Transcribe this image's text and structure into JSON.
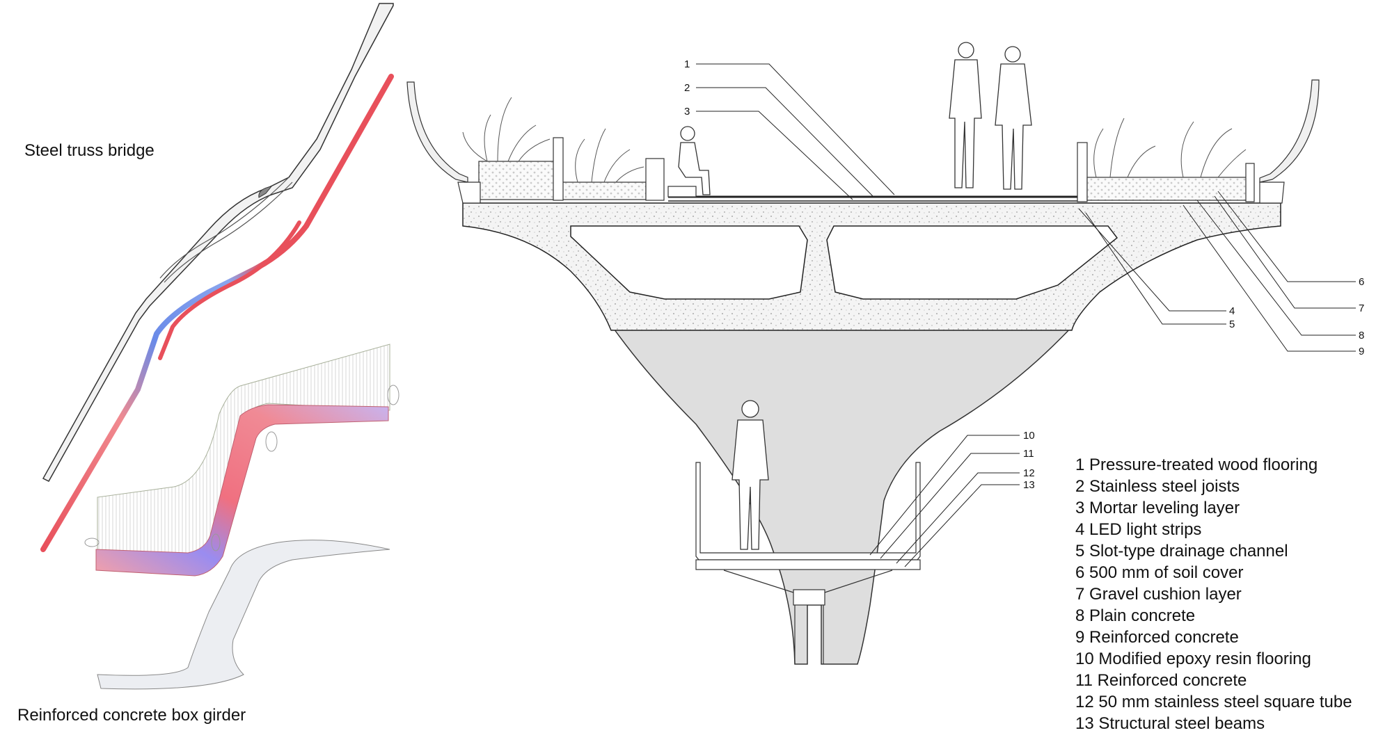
{
  "captions": {
    "steel": "Steel truss bridge",
    "concrete": "Reinforced concrete box girder"
  },
  "callouts": [
    "1",
    "2",
    "3",
    "4",
    "5",
    "6",
    "7",
    "8",
    "9",
    "10",
    "11",
    "12",
    "13"
  ],
  "legend": [
    {
      "num": "1",
      "text": "Pressure-treated wood flooring"
    },
    {
      "num": "2",
      "text": "Stainless steel joists"
    },
    {
      "num": "3",
      "text": "Mortar leveling layer"
    },
    {
      "num": "4",
      "text": "LED light strips"
    },
    {
      "num": "5",
      "text": "Slot-type drainage channel"
    },
    {
      "num": "6",
      "text": "500 mm of soil cover"
    },
    {
      "num": "7",
      "text": "Gravel cushion layer"
    },
    {
      "num": "8",
      "text": "Plain concrete"
    },
    {
      "num": "9",
      "text": "Reinforced concrete"
    },
    {
      "num": "10",
      "text": "Modified epoxy resin flooring"
    },
    {
      "num": "11",
      "text": "Reinforced concrete"
    },
    {
      "num": "12",
      "text": "50 mm stainless steel square tube"
    },
    {
      "num": "13",
      "text": "Structural steel beams"
    }
  ],
  "colors": {
    "line": "#222222",
    "concrete_fill": "#f1f1f1",
    "pier_fill": "#dedede",
    "stress_red": "#e8505b",
    "stress_blue": "#5b7fe8"
  },
  "icons": [
    "person-figure-icon",
    "plant-icon",
    "bench-icon"
  ]
}
